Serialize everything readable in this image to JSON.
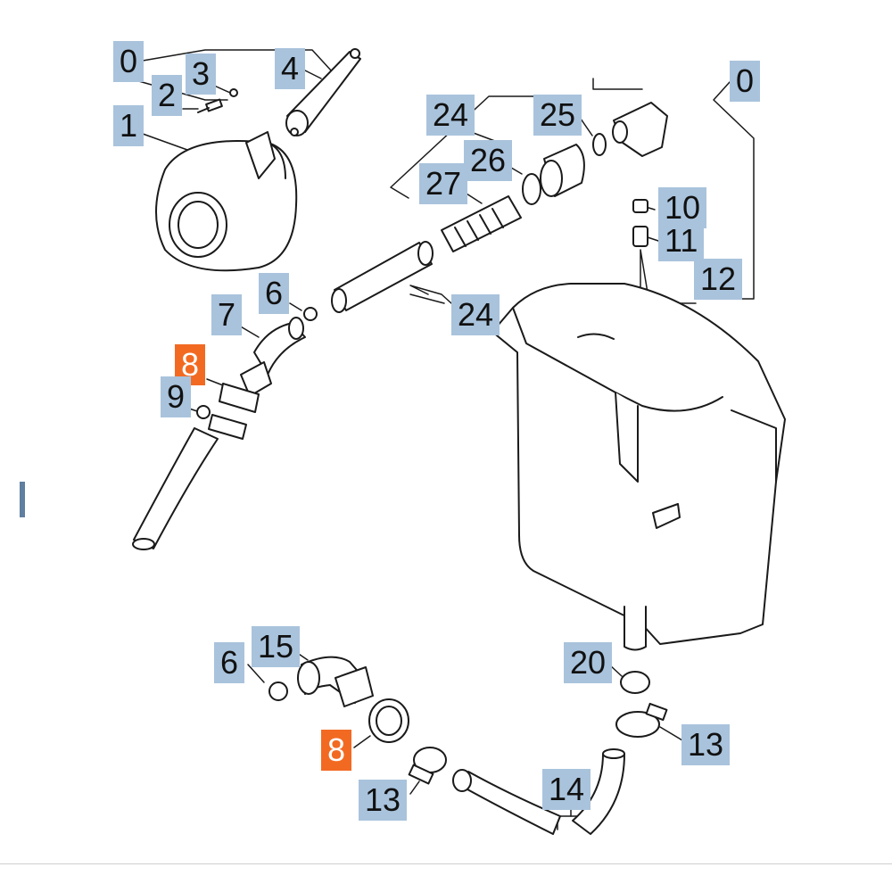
{
  "colors": {
    "callout_bg": "#a9c3dc",
    "callout_highlight": "#f26a22",
    "line": "#1a1a1a"
  },
  "callouts": {
    "c_0_top": "0",
    "c_1": "1",
    "c_2": "2",
    "c_3": "3",
    "c_4": "4",
    "c_0_right": "0",
    "c_24_top": "24",
    "c_25": "25",
    "c_26": "26",
    "c_27": "27",
    "c_10": "10",
    "c_11": "11",
    "c_12": "12",
    "c_6_top": "6",
    "c_7": "7",
    "c_8_top": "8",
    "c_9": "9",
    "c_24_mid": "24",
    "c_6_bottom": "6",
    "c_15": "15",
    "c_8_bottom": "8",
    "c_13_left": "13",
    "c_20": "20",
    "c_13_right": "13",
    "c_14": "14"
  }
}
